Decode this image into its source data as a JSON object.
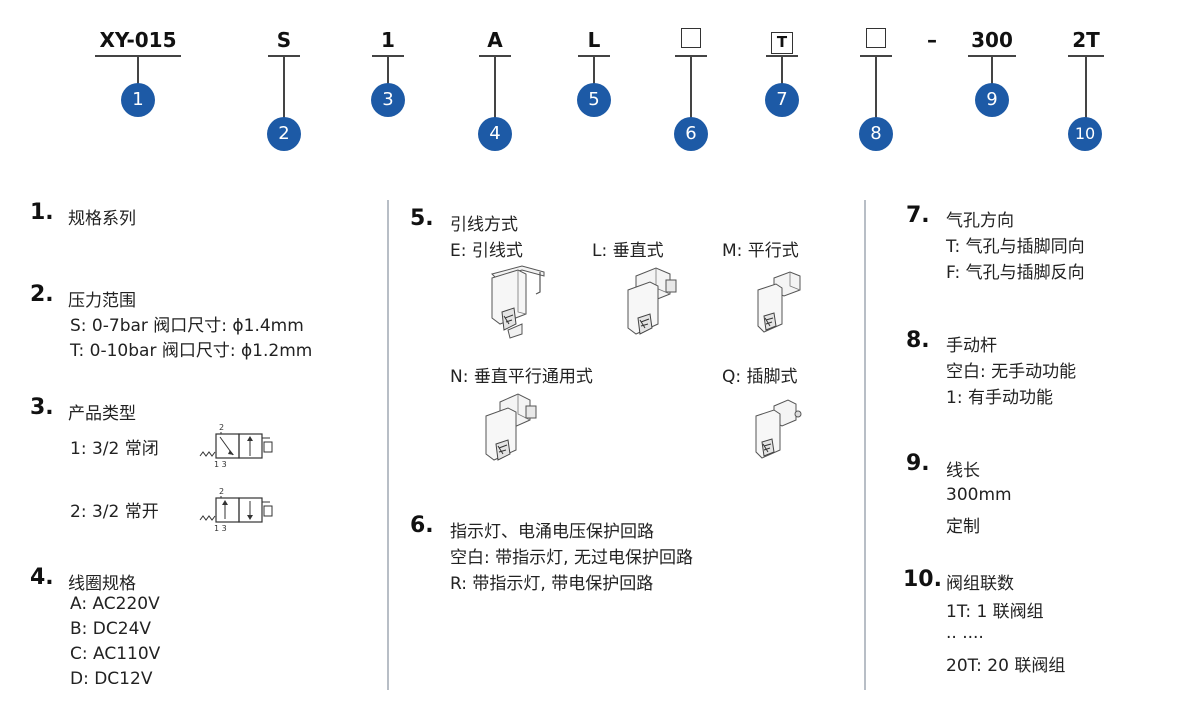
{
  "codes": [
    "XY-015",
    "S",
    "1",
    "A",
    "L",
    "",
    "T",
    "",
    "–",
    "300",
    "2T"
  ],
  "markers": [
    "1",
    "2",
    "3",
    "4",
    "5",
    "6",
    "7",
    "8",
    "9",
    "10"
  ],
  "s1": {
    "num": "1.",
    "title": "规格系列"
  },
  "s2": {
    "num": "2.",
    "title": "压力范围",
    "l1": "S:  0-7bar  阀口尺寸:  ϕ1.4mm",
    "l2": "T:  0-10bar 阀口尺寸:  ϕ1.2mm"
  },
  "s3": {
    "num": "3.",
    "title": "产品类型",
    "l1": "1:  3/2 常闭",
    "l2": "2:  3/2 常开",
    "sym_top": "2",
    "sym_bottom": "1 3"
  },
  "s4": {
    "num": "4.",
    "title": "线圈规格",
    "l1": "A:   AC220V",
    "l2": "B:   DC24V",
    "l3": "C:   AC110V",
    "l4": "D:   DC12V"
  },
  "s5": {
    "num": "5.",
    "title": "引线方式",
    "e": "E:  引线式",
    "l": "L:  垂直式",
    "m": "M:  平行式",
    "n": "N:  垂直平行通用式",
    "q": "Q:  插脚式"
  },
  "s6": {
    "num": "6.",
    "title": "指示灯、电涌电压保护回路",
    "l1": "空白:  带指示灯, 无过电保护回路",
    "l2": "R:  带指示灯, 带电保护回路"
  },
  "s7": {
    "num": "7.",
    "title": "气孔方向",
    "l1": "T:  气孔与插脚同向",
    "l2": "F:  气孔与插脚反向"
  },
  "s8": {
    "num": "8.",
    "title": "手动杆",
    "l1": "空白:  无手动功能",
    "l2": "1:  有手动功能"
  },
  "s9": {
    "num": "9.",
    "title": "线长",
    "l1": "300mm",
    "l2": "定制"
  },
  "s10": {
    "num": "10.",
    "title": "阀组联数",
    "l1": "1T:  1 联阀组",
    "l2": "..      ....",
    "l3": "20T:  20 联阀组"
  },
  "colors": {
    "marker": "#1d5aa6",
    "divider": "#b8bec6"
  }
}
